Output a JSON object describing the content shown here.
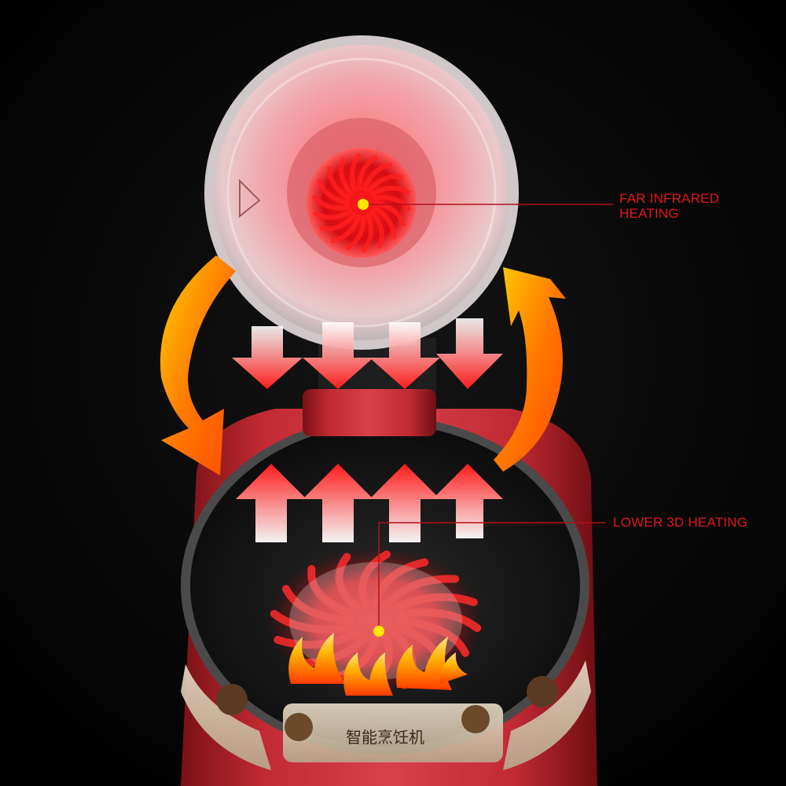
{
  "callouts": {
    "far_infrared": {
      "line1": "FAR INFRARED",
      "line2": "HEATING"
    },
    "lower_3d": {
      "text": "LOWER 3D HEATING"
    }
  },
  "panel_labels": {
    "bottom_center": "智能烹饪机"
  },
  "colors": {
    "background": "#000000",
    "callout_text": "#e3141b",
    "cooker_body": "#c8323a",
    "heat_glow": "#ff1a1a",
    "flame": "#ffb300",
    "arrow_orange": "#ff7a00",
    "marker": "#ffe600"
  },
  "icons": {
    "circulation_arrows": "curved-arrow-icon",
    "heat_arrows_down": "arrow-down-icon",
    "heat_arrows_up": "arrow-up-icon"
  }
}
